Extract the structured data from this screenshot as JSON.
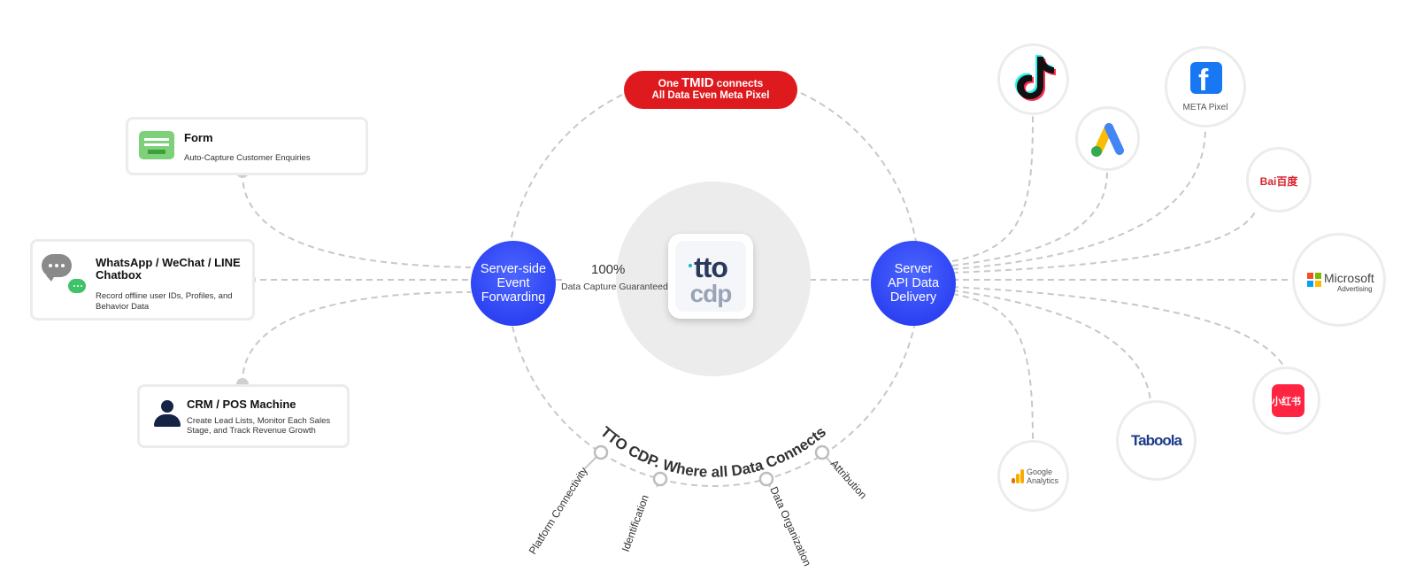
{
  "banner": {
    "prefix": "One",
    "highlight": "TMID",
    "suffix": "connects",
    "line2": "All Data Even Meta Pixel"
  },
  "sources": {
    "form": {
      "title": "Form",
      "desc": "Auto-Capture Customer Enquiries",
      "icon": "form-icon"
    },
    "chat": {
      "title_line1": "WhatsApp / WeChat / LINE",
      "title_line2": "Chatbox",
      "desc_line1": "Record offline user IDs, Profiles, and",
      "desc_line2": "Behavior Data",
      "icon": "chat-bubbles-icon"
    },
    "crm": {
      "title": "CRM / POS Machine",
      "desc_line1": "Create Lead Lists, Monitor Each Sales",
      "desc_line2": "Stage, and Track Revenue Growth",
      "icon": "person-icon"
    }
  },
  "left_node": {
    "line1": "Server-side",
    "line2": "Event",
    "line3": "Forwarding"
  },
  "right_node": {
    "line1": "Server",
    "line2": "API Data",
    "line3": "Delivery"
  },
  "capture": {
    "percent": "100%",
    "label": "Data Capture Guaranteed"
  },
  "logo": {
    "top": "tto",
    "bottom": "cdp"
  },
  "arc_text": "TTO CDP. Where all Data Connects",
  "features": [
    "Platform Connectivity",
    "Identification",
    "Data Organization",
    "Attribution"
  ],
  "platforms": {
    "tiktok": {
      "icon": "tiktok-icon"
    },
    "google_ads": {
      "icon": "google-ads-icon"
    },
    "meta": {
      "label": "META Pixel",
      "icon": "facebook-icon"
    },
    "baidu": {
      "label": "Bai百度",
      "icon": "baidu-icon"
    },
    "microsoft": {
      "label": "Microsoft",
      "sub": "Advertising",
      "icon": "microsoft-icon"
    },
    "xiaohongshu": {
      "label": "小红书",
      "icon": "xiaohongshu-icon"
    },
    "taboola": {
      "label": "Taboola",
      "icon": "taboola-icon"
    },
    "google_analytics": {
      "label1": "Google",
      "label2": "Analytics",
      "icon": "google-analytics-icon"
    }
  },
  "colors": {
    "accent_blue": "#2a40f2",
    "banner_red": "#df1a1e",
    "line_gray": "#c8c8c8"
  }
}
